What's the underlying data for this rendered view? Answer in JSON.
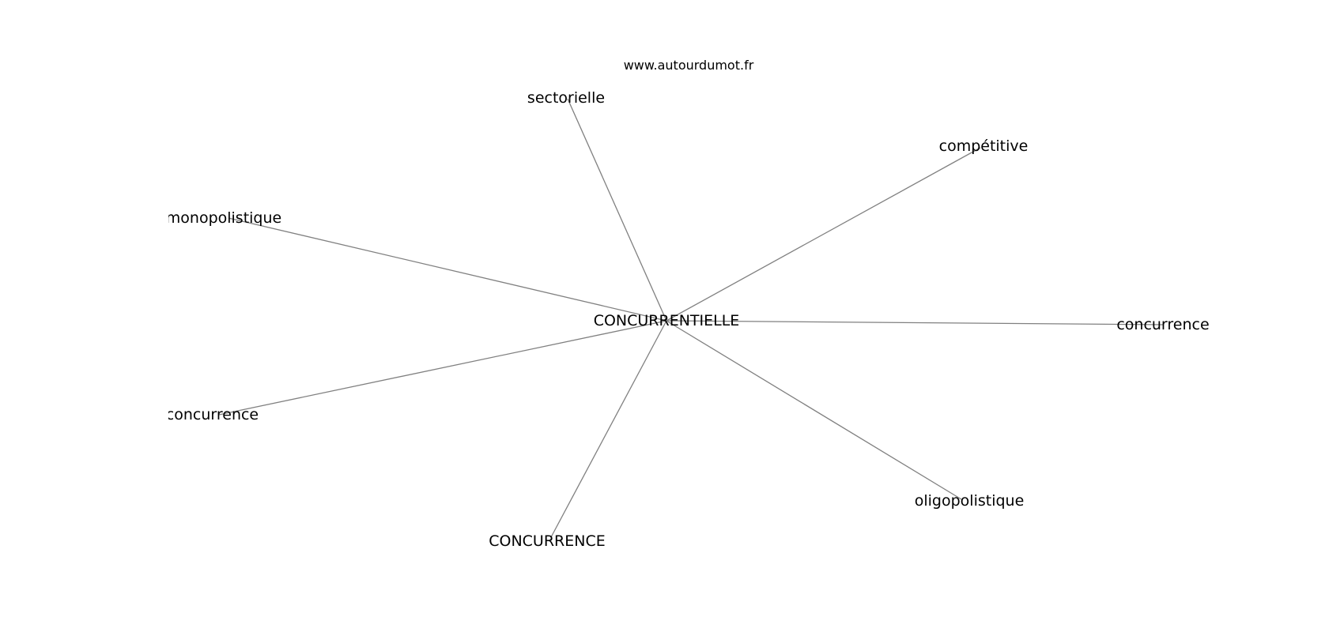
{
  "watermark": "www.autourdumot.fr",
  "graph": {
    "center": {
      "id": "center",
      "label": "CONCURRENTIELLE"
    },
    "nodes": [
      {
        "id": "sectorielle",
        "label": "sectorielle"
      },
      {
        "id": "competitive",
        "label": "compétitive"
      },
      {
        "id": "monopolistique",
        "label": "monopolistique"
      },
      {
        "id": "concurrence-lower",
        "label": "concurrence"
      },
      {
        "id": "laconcurrence",
        "label": "laconcurrence"
      },
      {
        "id": "oligopolistique",
        "label": "oligopolistique"
      },
      {
        "id": "concurrence-upper",
        "label": "CONCURRENCE"
      }
    ],
    "edges": [
      [
        "center",
        "sectorielle"
      ],
      [
        "center",
        "competitive"
      ],
      [
        "center",
        "monopolistique"
      ],
      [
        "center",
        "concurrence-lower"
      ],
      [
        "center",
        "laconcurrence"
      ],
      [
        "center",
        "oligopolistique"
      ],
      [
        "center",
        "concurrence-upper"
      ]
    ]
  }
}
